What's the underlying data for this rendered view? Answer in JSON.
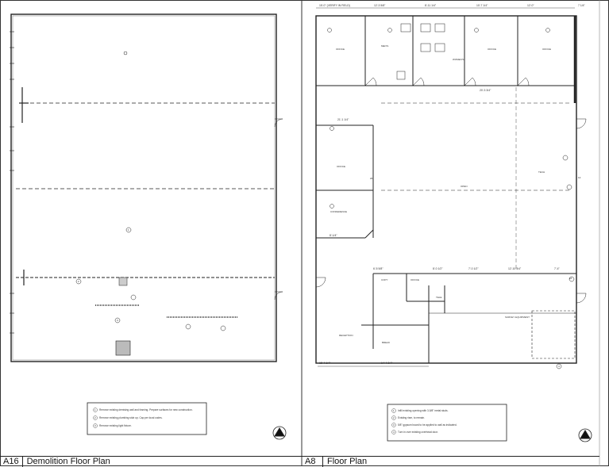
{
  "sheets": [
    {
      "code": "A16",
      "title": "Demolition Floor Plan"
    },
    {
      "code": "A8",
      "title": "Floor Plan"
    }
  ],
  "demolition_notes": [
    {
      "num": "1",
      "text": "Remove existing demising wall and framing. Prepare surfaces for new construction."
    },
    {
      "num": "2",
      "text": "Remove existing plumbing stub up. Cap per local codes."
    },
    {
      "num": "3",
      "text": "Remove existing light fixture."
    }
  ],
  "floor_plan_notes": [
    {
      "num": "1",
      "text": "Infill existing opening with 3-5/8\" metal studs."
    },
    {
      "num": "2",
      "text": "Existing riser, to remain."
    },
    {
      "num": "3",
      "text": "5/8\" gypsum board to be applied to wall as indicated."
    },
    {
      "num": "4",
      "text": "Turn in over existing overhead door."
    }
  ],
  "rooms": {
    "office_1": "OFFICE",
    "mens": "MEN'S",
    "womens": "WOMEN'S",
    "office_2": "OFFICE",
    "office_3": "OFFICE",
    "office_4": "OFFICE",
    "conference": "CONFERENCE",
    "open": "OPEN",
    "tech": "TECH",
    "copy": "COPY",
    "office_5": "OFFICE",
    "tele": "TELE",
    "break": "BREAK",
    "survey": "SURVEY EQUIPMENT",
    "reception": "RECEPTION"
  },
  "dimensions": {
    "top_1": "15'-0\" (VERIFY IN FIELD)",
    "top_2": "12'-3 5/8\"",
    "top_3": "8'-11 1/4\"",
    "top_4": "10'-7 1/4\"",
    "top_5": "12'-0\"",
    "top_6": "7 1/4\"",
    "mid_1": "20'-3 3/4\"",
    "mid_2": "21'-1 1/4\"",
    "left_1": "8'-1/4\"",
    "bottom_1": "15'-4 1/4\"",
    "bottom_2": "14'-4 3/4\"",
    "row_1": "8'-0 1/2\"",
    "row_2": "7'-0 1/2\"",
    "row_3": "12'-10 3/4\"",
    "row_4": "7'-4\"",
    "row_5": "6'-5 5/8\""
  },
  "tags": [
    "1",
    "2",
    "3",
    "4",
    "24",
    "12",
    "10"
  ]
}
